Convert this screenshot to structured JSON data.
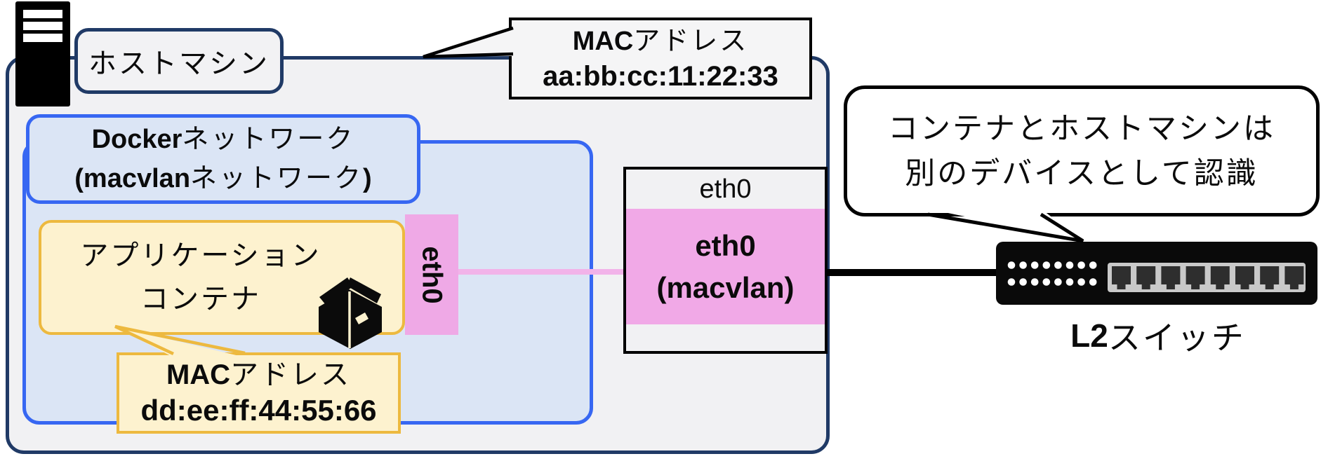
{
  "title": "Docker macvlan network diagram",
  "colors": {
    "host_border_navy": "#203a66",
    "host_fill_grey": "#f1f1f3",
    "docker_border_blue": "#3767f2",
    "docker_fill_blue": "#dbe5f5",
    "container_border_gold": "#edb93f",
    "container_fill_cream": "#fdf2cf",
    "interface_pink": "#efa9e6",
    "pink_link_line": "#f2b3e9",
    "black": "#000000"
  },
  "host": {
    "label": "ホストマシン"
  },
  "host_mac_callout": {
    "prefix": "MAC",
    "label": "アドレス",
    "address": "aa:bb:cc:11:22:33"
  },
  "docker_network": {
    "name_latin": "Docker",
    "name_jp": "ネットワーク",
    "sub_open": "(macvlan",
    "sub_jp": "ネットワーク",
    "sub_close": ")"
  },
  "container": {
    "line1": "アプリケーション",
    "line2": "コンテナ",
    "interface": "eth0"
  },
  "container_mac_callout": {
    "prefix": "MAC",
    "label": "アドレス",
    "address": "dd:ee:ff:44:55:66"
  },
  "host_nic": {
    "header": "eth0",
    "name": "eth0",
    "mode": "(macvlan)"
  },
  "l2_switch": {
    "label_latin": "L2",
    "label_jp": "スイッチ"
  },
  "speech_bubble": {
    "line1": "コンテナとホストマシンは",
    "line2": "別のデバイスとして認識"
  }
}
